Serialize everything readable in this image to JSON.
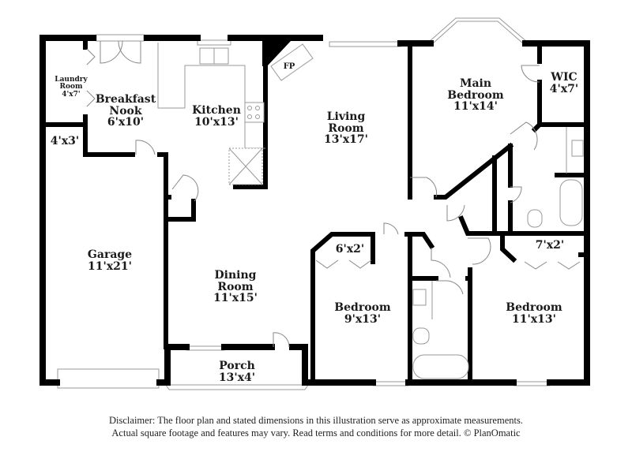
{
  "floor_plan": {
    "rooms": [
      {
        "id": "laundry",
        "name": "Laundry\nRoom",
        "line1": "Laundry",
        "line2": "Room",
        "dims": "4'x7'"
      },
      {
        "id": "breakfast",
        "line1": "Breakfast",
        "line2": "Nook",
        "dims": "6'x10'"
      },
      {
        "id": "kitchen",
        "line1": "Kitchen",
        "dims": "10'x13'"
      },
      {
        "id": "living",
        "line1": "Living",
        "line2": "Room",
        "dims": "13'x17'"
      },
      {
        "id": "main-bedroom",
        "line1": "Main",
        "line2": "Bedroom",
        "dims": "11'x14'"
      },
      {
        "id": "wic",
        "line1": "WIC",
        "dims": "4'x7'"
      },
      {
        "id": "storage",
        "dims": "4'x3'"
      },
      {
        "id": "garage",
        "line1": "Garage",
        "dims": "11'x21'"
      },
      {
        "id": "dining",
        "line1": "Dining",
        "line2": "Room",
        "dims": "11'x15'"
      },
      {
        "id": "bedroom-2",
        "line1": "Bedroom",
        "dims": "9'x13'"
      },
      {
        "id": "closet-2",
        "dims": "6'x2'"
      },
      {
        "id": "bedroom-3",
        "line1": "Bedroom",
        "dims": "11'x13'"
      },
      {
        "id": "closet-3",
        "dims": "7'x2'"
      },
      {
        "id": "porch",
        "line1": "Porch",
        "dims": "13'x4'"
      }
    ],
    "fireplace_label": "FP"
  },
  "disclaimer": {
    "line1": "Disclaimer: The floor plan and stated dimensions in this illustration serve as approximate measurements.",
    "line2": "Actual square footage and features may vary. Read terms and conditions for more detail. © PlanOmatic"
  }
}
